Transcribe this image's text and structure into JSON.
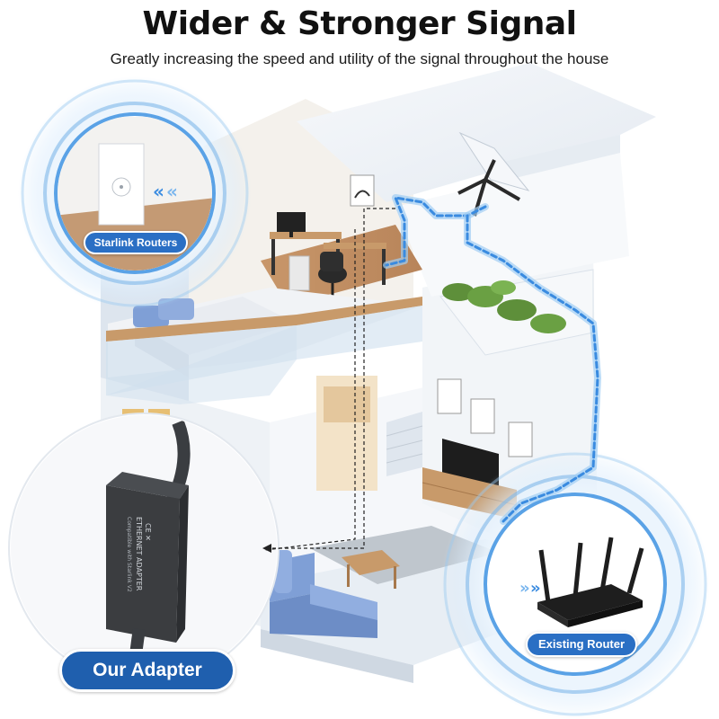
{
  "header": {
    "title": "Wider & Stronger Signal",
    "subtitle": "Greatly increasing the speed and utility of the signal throughout the house"
  },
  "callouts": {
    "starlink": "Starlink Routers",
    "router": "Existing Router",
    "adapter": "Our Adapter"
  },
  "adapter_label": {
    "line1": "ETHERNET ADAPTER",
    "line2": "Compatible with Starlink V2"
  },
  "colors": {
    "signal_blue": "#3a8be0",
    "badge_blue": "#2a6fc4",
    "wall_white": "#f3f6f9",
    "wall_shade": "#dfe6ee",
    "floor_wood": "#c89a6a",
    "sofa_blue": "#7f9fd6",
    "adapter_gray": "#3b3d40"
  }
}
